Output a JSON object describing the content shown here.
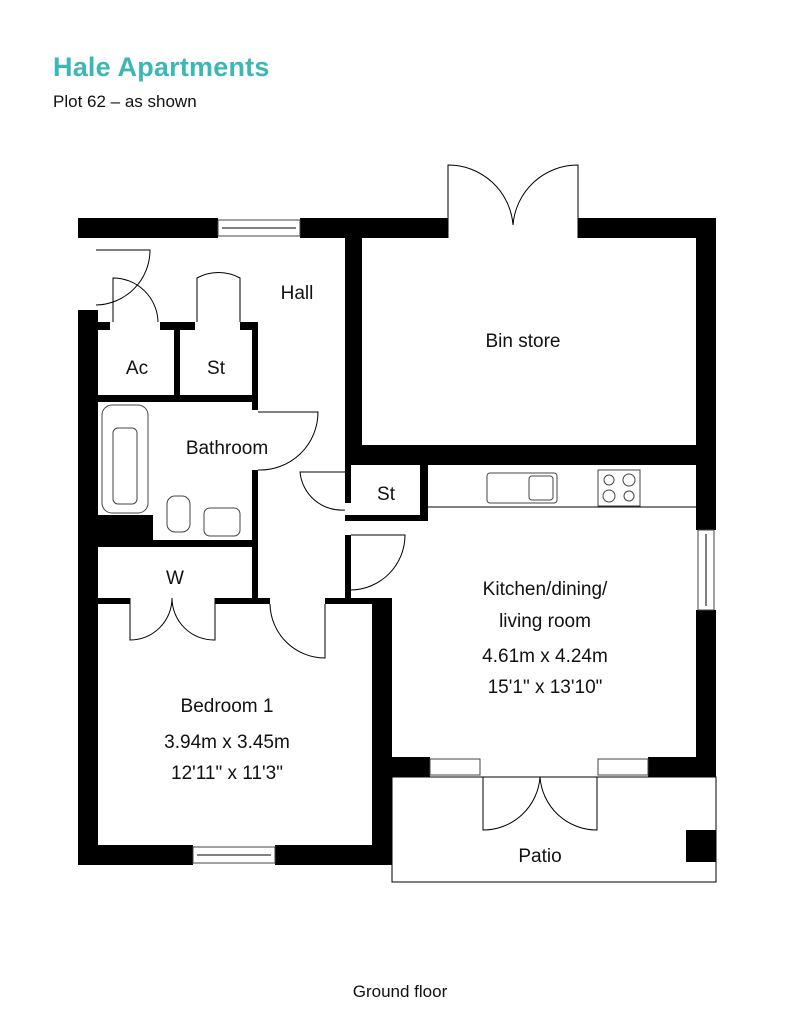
{
  "header": {
    "title": "Hale Apartments",
    "subtitle": "Plot 62 – as shown"
  },
  "colors": {
    "accent": "#3bb8b5",
    "walls": "#000000"
  },
  "rooms": {
    "hall": "Hall",
    "bin_store": "Bin store",
    "ac": "Ac",
    "store_1": "St",
    "bathroom": "Bathroom",
    "store_2": "St",
    "wardrobe": "W",
    "kitchen": {
      "line1": "Kitchen/dining/",
      "line2": "living room",
      "metric": "4.61m x 4.24m",
      "imperial": "15'1\" x 13'10\""
    },
    "bedroom": {
      "name": "Bedroom 1",
      "metric": "3.94m x 3.45m",
      "imperial": "12'11\" x 11'3\""
    },
    "patio": "Patio"
  },
  "footer": {
    "floor_label": "Ground floor"
  }
}
